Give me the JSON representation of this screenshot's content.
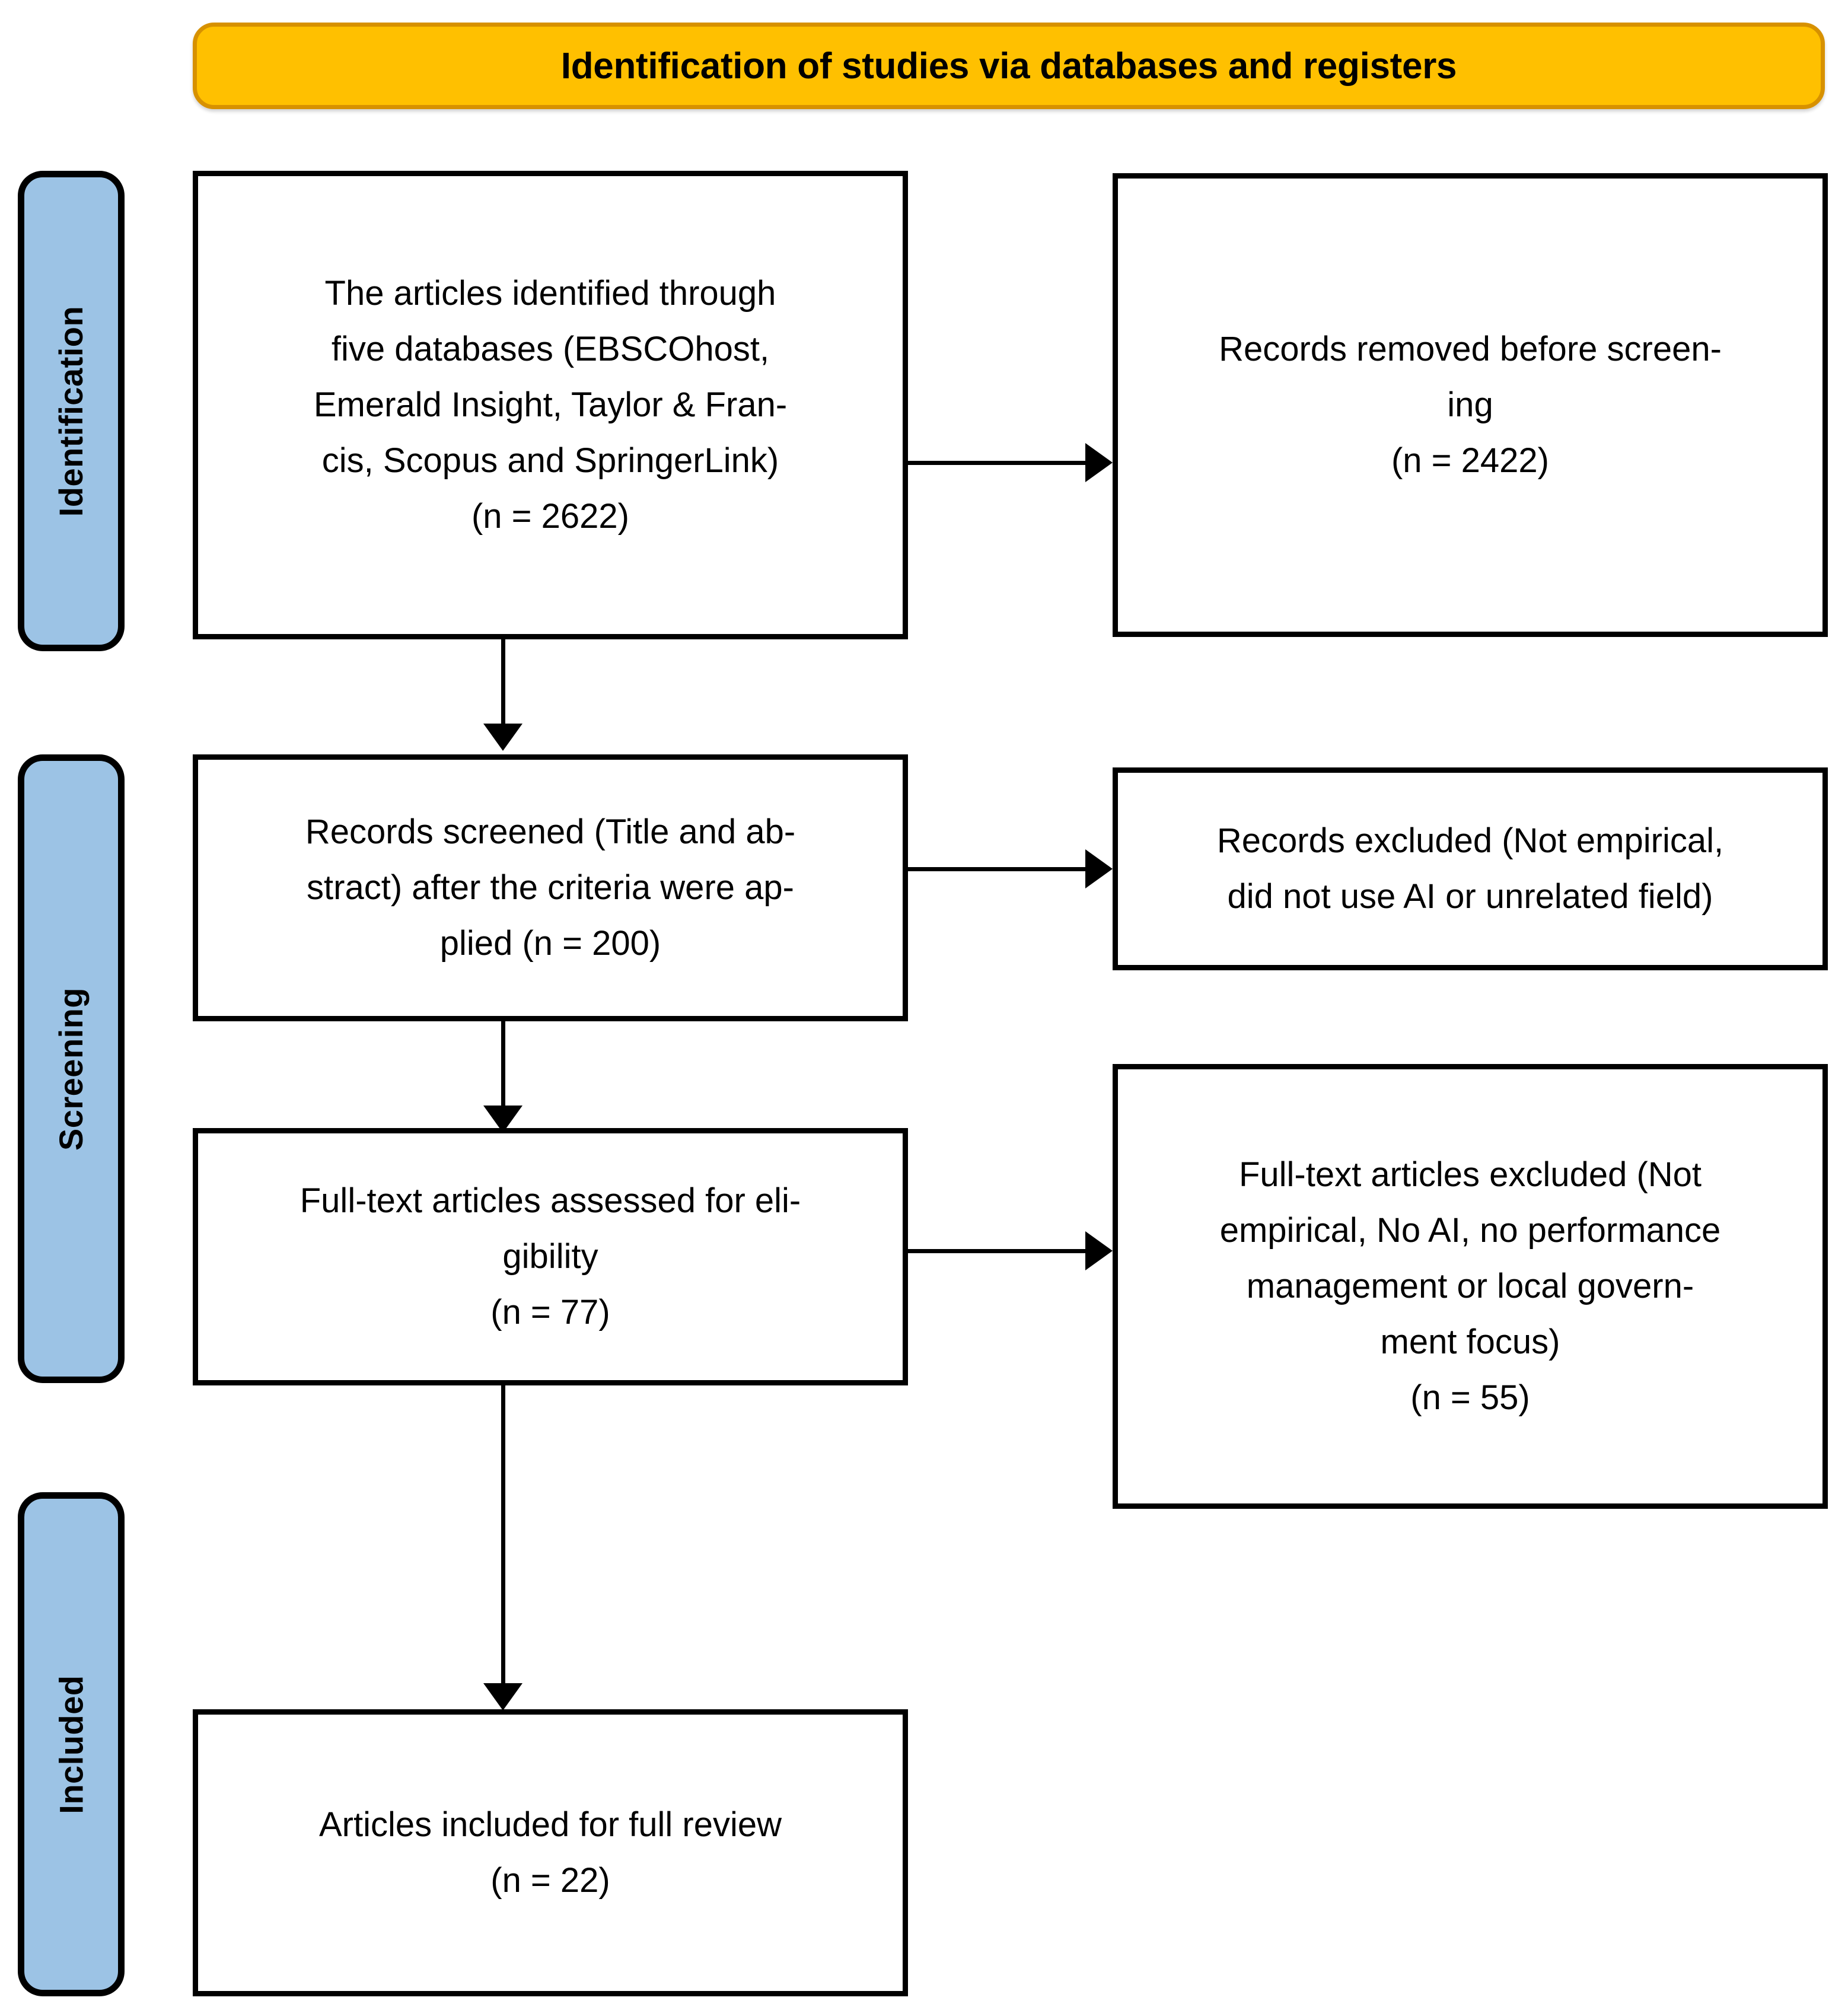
{
  "header": {
    "title": "Identification of studies via databases and registers"
  },
  "stages": [
    {
      "key": "identification",
      "label": "Identification"
    },
    {
      "key": "screening",
      "label": "Screening"
    },
    {
      "key": "included",
      "label": "Included"
    }
  ],
  "boxes": {
    "identified": {
      "name": "records-identified-box",
      "lines": [
        "The articles identified through",
        "five databases (EBSCOhost,",
        "Emerald Insight, Taylor &amp; Fran-",
        "cis, Scopus and SpringerLink)",
        "(n = 2622)"
      ],
      "count_label": "(n = 2622)",
      "count": 2622
    },
    "removed_before_screening": {
      "name": "records-removed-box",
      "lines": [
        "Records removed before screen-",
        "ing",
        "(n = 2422)"
      ],
      "count_label": "(n = 2422)",
      "count": 2422
    },
    "records_screened": {
      "name": "records-screened-box",
      "lines": [
        "Records screened (Title and ab-",
        "stract) after the criteria were ap-",
        "plied (n = 200)"
      ],
      "count_label": "(n = 200)",
      "count": 200
    },
    "records_excluded": {
      "name": "records-excluded-box",
      "lines": [
        "Records excluded (Not empirical,",
        "did not use AI or unrelated field)"
      ],
      "count_label": "",
      "count": null
    },
    "fulltext_assessed": {
      "name": "fulltext-assessed-box",
      "lines": [
        "Full-text articles assessed for eli-",
        "gibility",
        "(n = 77)"
      ],
      "count_label": "(n = 77)",
      "count": 77
    },
    "fulltext_excluded": {
      "name": "fulltext-excluded-box",
      "lines": [
        "Full-text articles excluded (Not",
        "empirical, No AI, no performance",
        "management or local govern-",
        "ment focus)",
        "(n = 55)"
      ],
      "count_label": "(n = 55)",
      "count": 55
    },
    "articles_included": {
      "name": "articles-included-box",
      "lines": [
        "Articles included for full review",
        "(n = 22)"
      ],
      "count_label": "(n = 22)",
      "count": 22
    }
  },
  "colors": {
    "header_fill": "#FFC000",
    "header_border": "#D79100",
    "stage_fill": "#9CC3E5",
    "stage_border": "#000000",
    "box_fill": "#FFFFFF",
    "box_border": "#000000",
    "arrow": "#000000",
    "text": "#000000"
  }
}
